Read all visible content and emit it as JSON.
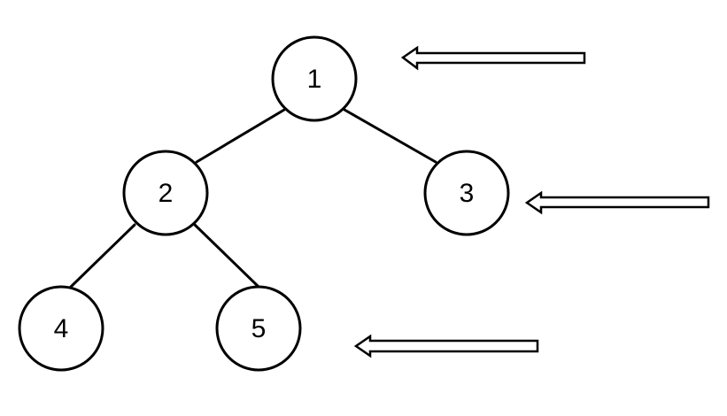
{
  "diagram": {
    "nodes": [
      {
        "id": "n1",
        "label": "1"
      },
      {
        "id": "n2",
        "label": "2"
      },
      {
        "id": "n3",
        "label": "3"
      },
      {
        "id": "n4",
        "label": "4"
      },
      {
        "id": "n5",
        "label": "5"
      }
    ],
    "edges": [
      {
        "from": "1",
        "to": "2"
      },
      {
        "from": "1",
        "to": "3"
      },
      {
        "from": "2",
        "to": "4"
      },
      {
        "from": "2",
        "to": "5"
      }
    ],
    "level_arrows": [
      {
        "icon": "hollow-left-arrow-icon",
        "points_to_level": 1
      },
      {
        "icon": "hollow-left-arrow-icon",
        "points_to_level": 2
      },
      {
        "icon": "hollow-left-arrow-icon",
        "points_to_level": 3
      }
    ]
  }
}
